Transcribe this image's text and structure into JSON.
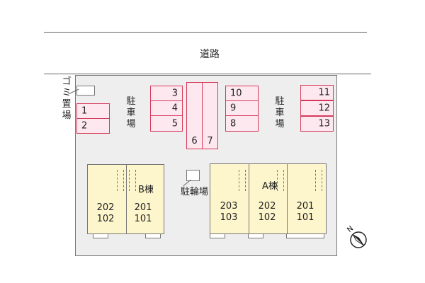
{
  "road": {
    "label": "道路"
  },
  "garbage": {
    "label": "ゴミ置場"
  },
  "parking_label": "駐車場",
  "bicycle_label": "駐輪場",
  "parking_spaces": [
    "1",
    "2",
    "3",
    "4",
    "5",
    "6",
    "7",
    "8",
    "9",
    "10",
    "11",
    "12",
    "13"
  ],
  "building_b": {
    "name": "B棟",
    "rooms": [
      [
        "202",
        "102"
      ],
      [
        "201",
        "101"
      ]
    ]
  },
  "building_a": {
    "name": "A棟",
    "rooms": [
      [
        "203",
        "103"
      ],
      [
        "202",
        "102"
      ],
      [
        "201",
        "101"
      ]
    ]
  },
  "compass": {
    "letter": "N"
  },
  "colors": {
    "parking_fill": "#fde8ef",
    "parking_border": "#d63a5a",
    "building_fill": "#fdf6cc",
    "lot_fill": "#eeeeee"
  }
}
